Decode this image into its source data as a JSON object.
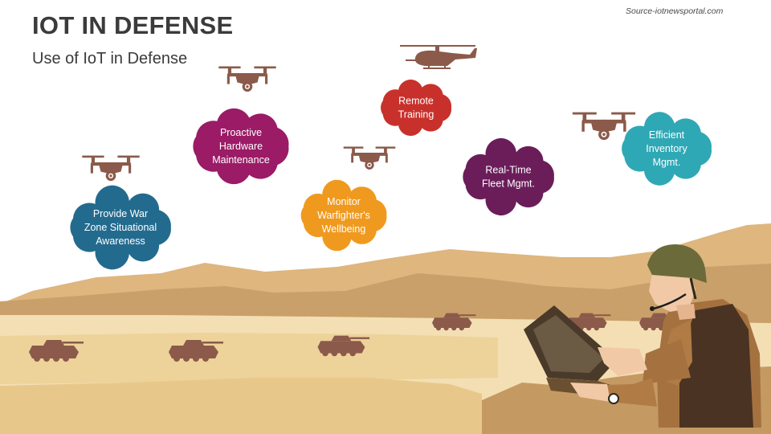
{
  "header": {
    "title": "IOT IN DEFENSE",
    "subtitle": "Use of IoT in Defense",
    "source": "Source-iotnewsportal.com"
  },
  "colors": {
    "drone": "#8b5a4a",
    "tank": "#8b5a4a",
    "sand_light": "#f3dfb3",
    "dune_mid": "#deb67e",
    "dune_dark": "#c59a63",
    "blue": "#236b8e",
    "magenta": "#9b1b66",
    "orange": "#ef9a1f",
    "red": "#c8312b",
    "purple": "#6b1d5a",
    "teal": "#2fa8b5"
  },
  "clouds": [
    {
      "lines": [
        "Provide War",
        "Zone Situational",
        "Awareness"
      ],
      "color_key": "blue"
    },
    {
      "lines": [
        "Proactive",
        "Hardware",
        "Maintenance"
      ],
      "color_key": "magenta"
    },
    {
      "lines": [
        "Monitor",
        "Warfighter's",
        "Wellbeing"
      ],
      "color_key": "orange"
    },
    {
      "lines": [
        "Remote",
        "Training"
      ],
      "color_key": "red"
    },
    {
      "lines": [
        "Real-Time",
        "Fleet Mgmt."
      ],
      "color_key": "purple"
    },
    {
      "lines": [
        "Efficient",
        "Inventory",
        "Mgmt."
      ],
      "color_key": "teal"
    }
  ],
  "icons": {
    "drone": "drone-icon",
    "helicopter": "helicopter-icon",
    "tank": "tank-icon",
    "soldier": "soldier-with-laptop-illustration"
  }
}
